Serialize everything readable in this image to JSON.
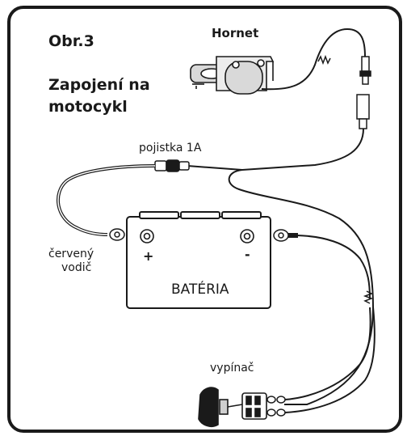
{
  "figure": {
    "number": "Obr.3",
    "title_line1": "Zapojení na",
    "title_line2": "motocykl",
    "device_label": "Hornet",
    "fuse_label": "pojistka 1A",
    "red_wire_line1": "červený",
    "red_wire_line2": "vodič",
    "battery_label": "BATÉRIA",
    "plus_label": "+",
    "minus_label": "-",
    "switch_label": "vypínač"
  },
  "colors": {
    "ink": "#1a1a1a",
    "device_fill": "#d9d9d9",
    "background": "#ffffff"
  }
}
